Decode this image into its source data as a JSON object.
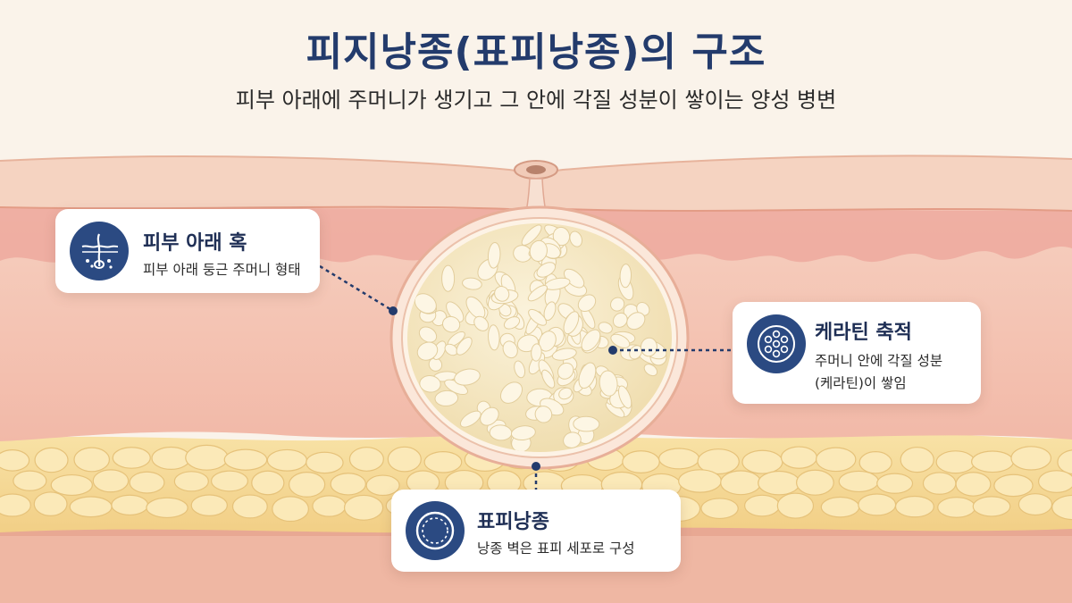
{
  "header": {
    "title": "피지낭종(표피낭종)의 구조",
    "subtitle": "피부 아래에 주머니가 생기고 그 안에 각질 성분이 쌓이는 양성 병변"
  },
  "callouts": {
    "subcutaneous_lump": {
      "title": "피부 아래 혹",
      "description": "피부 아래 둥근 주머니 형태",
      "icon": "hair-follicle-icon"
    },
    "keratin_buildup": {
      "title": "케라틴 축적",
      "description_line1": "주머니 안에 각질 성분",
      "description_line2": "(케라틴)이 쌓임",
      "icon": "keratin-cells-icon"
    },
    "epidermoid_cyst": {
      "title": "표피낭종",
      "description": "낭종 벽은 표피 세포로 구성",
      "icon": "cyst-wall-icon"
    }
  },
  "colors": {
    "accent": "#2b4a82",
    "title": "#233b6c",
    "epidermis": "#f3c9b5",
    "dermis": "#f4c2b2",
    "papillary_dermis": "#eca49a",
    "fat": "#f6dd98",
    "keratin": "#f5e9c8"
  }
}
